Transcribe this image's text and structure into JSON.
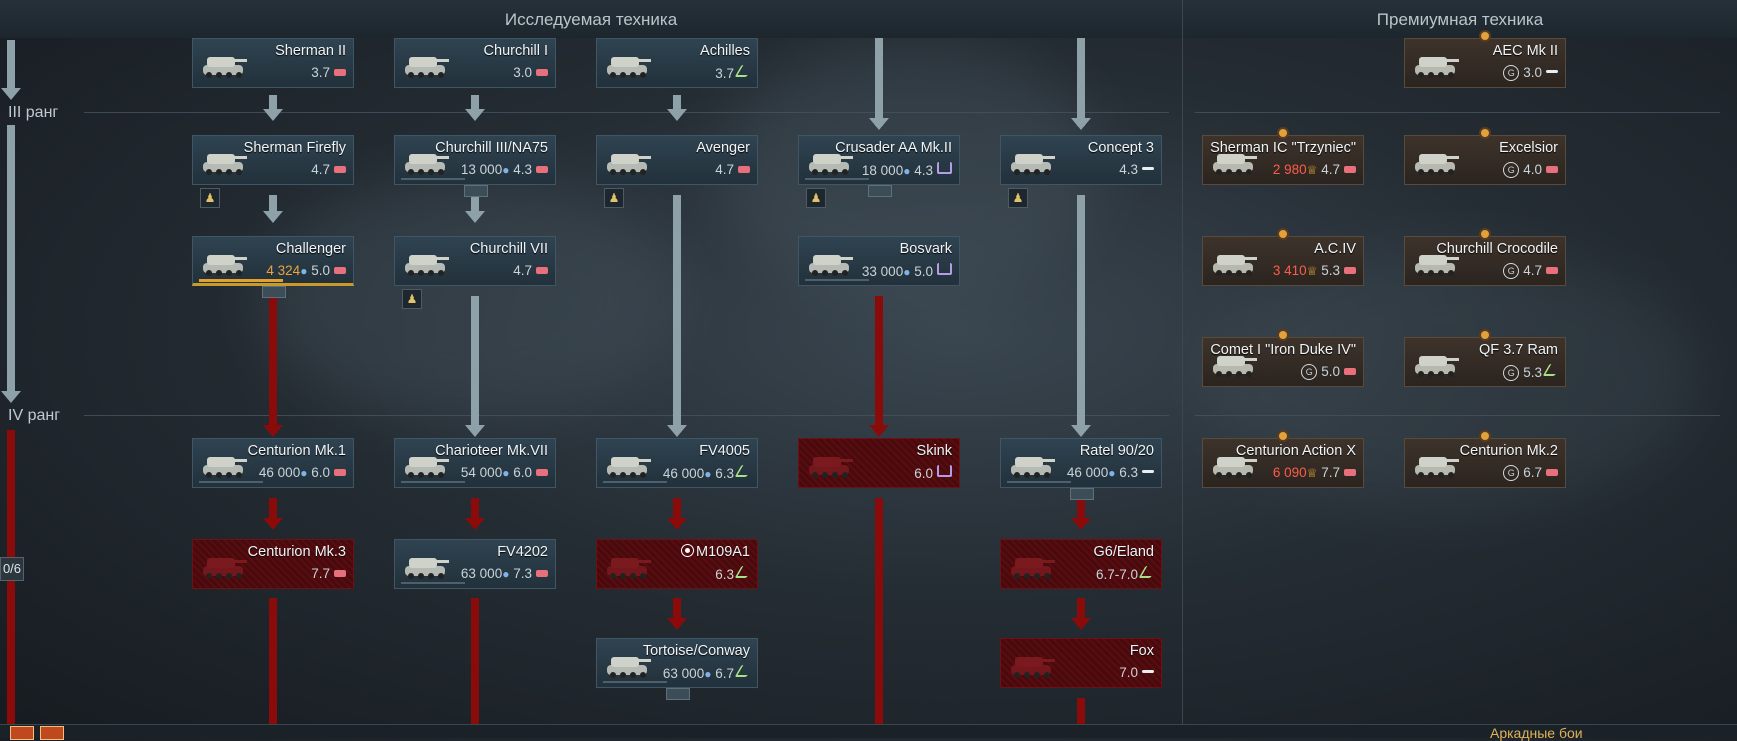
{
  "headers": {
    "research": "Исследуемая техника",
    "premium": "Премиумная техника"
  },
  "ranks": {
    "iii": "III ранг",
    "iv": "IV ранг"
  },
  "counter": "0/6",
  "bottom_label": "Аркадные бои",
  "vehicles": [
    {
      "id": "sherman-ii",
      "name": "Sherman II",
      "br": "3.7",
      "role": "mt",
      "cost": "",
      "state": "researched"
    },
    {
      "id": "churchill-i",
      "name": "Churchill I",
      "br": "3.0",
      "role": "ht",
      "cost": "",
      "state": "researched"
    },
    {
      "id": "achilles",
      "name": "Achilles",
      "br": "3.7",
      "role": "td",
      "cost": "",
      "state": "researched"
    },
    {
      "id": "aec-mk-ii",
      "name": "AEC Mk II",
      "br": "3.0",
      "role": "lt",
      "cost": "",
      "state": "premium"
    },
    {
      "id": "sherman-firefly",
      "name": "Sherman Firefly",
      "br": "4.7",
      "role": "mt",
      "cost": "",
      "state": "researched"
    },
    {
      "id": "churchill-iii",
      "name": "Churchill III/NA75",
      "br": "4.3",
      "role": "ht",
      "cost": "13 000",
      "state": "researched"
    },
    {
      "id": "avenger",
      "name": "Avenger",
      "br": "4.7",
      "role": "mt",
      "cost": "",
      "state": "researched"
    },
    {
      "id": "crusader-aa",
      "name": "Crusader AA Mk.II",
      "br": "4.3",
      "role": "spaa",
      "cost": "18 000",
      "state": "researched"
    },
    {
      "id": "concept-3",
      "name": "Concept 3",
      "br": "4.3",
      "role": "lt",
      "cost": "",
      "state": "researched"
    },
    {
      "id": "sherman-ic",
      "name": "Sherman IC \"Trzyniec\"",
      "br": "4.7",
      "role": "mt",
      "cost": "2 980",
      "state": "premium-ge"
    },
    {
      "id": "excelsior",
      "name": "Excelsior",
      "br": "4.0",
      "role": "ht",
      "cost": "",
      "state": "premium"
    },
    {
      "id": "challenger",
      "name": "Challenger",
      "br": "5.0",
      "role": "mt",
      "cost": "4 324",
      "state": "researching"
    },
    {
      "id": "churchill-vii",
      "name": "Churchill VII",
      "br": "4.7",
      "role": "ht",
      "cost": "",
      "state": "researched"
    },
    {
      "id": "bosvark",
      "name": "Bosvark",
      "br": "5.0",
      "role": "spaa",
      "cost": "33 000",
      "state": "researched"
    },
    {
      "id": "acIV",
      "name": "A.C.IV",
      "br": "5.3",
      "role": "mt",
      "cost": "3 410",
      "state": "premium-ge"
    },
    {
      "id": "churchill-croc",
      "name": "Churchill Crocodile",
      "br": "4.7",
      "role": "ht",
      "cost": "",
      "state": "premium"
    },
    {
      "id": "comet-iron-duke",
      "name": "Comet I \"Iron Duke IV\"",
      "br": "5.0",
      "role": "mt",
      "cost": "",
      "state": "premium"
    },
    {
      "id": "qf-ram",
      "name": "QF 3.7 Ram",
      "br": "5.3",
      "role": "td",
      "cost": "",
      "state": "premium"
    },
    {
      "id": "centurion-mk1",
      "name": "Centurion Mk.1",
      "br": "6.0",
      "role": "mt",
      "cost": "46 000",
      "state": "researched"
    },
    {
      "id": "charioteer",
      "name": "Charioteer Mk.VII",
      "br": "6.0",
      "role": "mt",
      "cost": "54 000",
      "state": "researched"
    },
    {
      "id": "fv4005",
      "name": "FV4005",
      "br": "6.3",
      "role": "td",
      "cost": "46 000",
      "state": "researched"
    },
    {
      "id": "skink",
      "name": "Skink",
      "br": "6.0",
      "role": "spaa",
      "cost": "",
      "state": "locked"
    },
    {
      "id": "ratel",
      "name": "Ratel 90/20",
      "br": "6.3",
      "role": "lt",
      "cost": "46 000",
      "state": "researched"
    },
    {
      "id": "centurion-action-x",
      "name": "Centurion Action X",
      "br": "7.7",
      "role": "mt",
      "cost": "6 090",
      "state": "premium-ge"
    },
    {
      "id": "centurion-mk2",
      "name": "Centurion Mk.2",
      "br": "6.7",
      "role": "mt",
      "cost": "",
      "state": "premium"
    },
    {
      "id": "centurion-mk3",
      "name": "Centurion Mk.3",
      "br": "7.7",
      "role": "mt",
      "cost": "",
      "state": "locked"
    },
    {
      "id": "fv4202",
      "name": "FV4202",
      "br": "7.3",
      "role": "mt",
      "cost": "63 000",
      "state": "researched"
    },
    {
      "id": "m109a1",
      "name": "M109A1",
      "br": "6.3",
      "role": "td",
      "cost": "",
      "state": "locked"
    },
    {
      "id": "g6-eland",
      "name": "G6/Eland",
      "br": "6.7-7.0",
      "role": "td",
      "cost": "",
      "state": "locked"
    },
    {
      "id": "tortoise",
      "name": "Tortoise/Conway",
      "br": "6.7",
      "role": "td",
      "cost": "63 000",
      "state": "researched"
    },
    {
      "id": "fox",
      "name": "Fox",
      "br": "7.0",
      "role": "lt",
      "cost": "",
      "state": "locked"
    }
  ],
  "colors": {
    "accent_orange": "#e8a53a",
    "locked_red": "#8b0b0b",
    "connector_gray": "#8ea1a9",
    "premium_cost_red": "#ff5b4a"
  }
}
